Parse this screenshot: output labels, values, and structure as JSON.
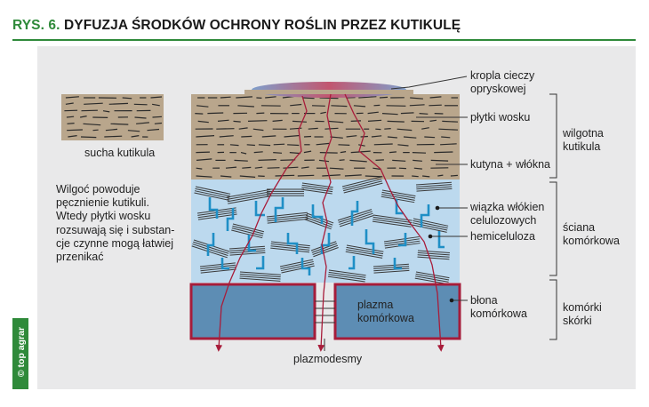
{
  "title": {
    "prefix": "RYS. 6.",
    "text": "DYFUZJA ŚRODKÓW OCHRONY ROŚLIN PRZEZ KUTIKULĘ"
  },
  "brand": "© top agrar",
  "dry_cuticle_label": "sucha kutikula",
  "note_lines": [
    "Wilgoć powoduje",
    "pęcznienie kutikuli.",
    "Wtedy płytki wosku",
    "rozsuwają się i substan-",
    "cje czynne mogą łatwiej",
    "przenikać"
  ],
  "labels": {
    "droplet": [
      "kropla cieczy",
      "opryskowej"
    ],
    "wax": "płytki wosku",
    "cutin": "kutyna + włókna",
    "cellulose": [
      "wiązka włókien",
      "celulozowych"
    ],
    "hemicellulose": "hemiceluloza",
    "membrane": [
      "błona",
      "komórkowa"
    ],
    "plasma": [
      "plazma",
      "komórkowa"
    ],
    "plasmodesmata": "plazmodesmy"
  },
  "groups": {
    "wet_cuticle": [
      "wilgotna",
      "kutikula"
    ],
    "cell_wall": [
      "ściana",
      "komórkowa"
    ],
    "skin_cells": [
      "komórki",
      "skórki"
    ]
  },
  "colors": {
    "accent": "#2f8a3a",
    "cuticle": "#b9a68c",
    "wall": "#bcd9ee",
    "plasma": "#5d8db4",
    "membrane": "#a51c3a",
    "hemicellulose": "#1f8fc6",
    "path": "#a81c3a"
  }
}
